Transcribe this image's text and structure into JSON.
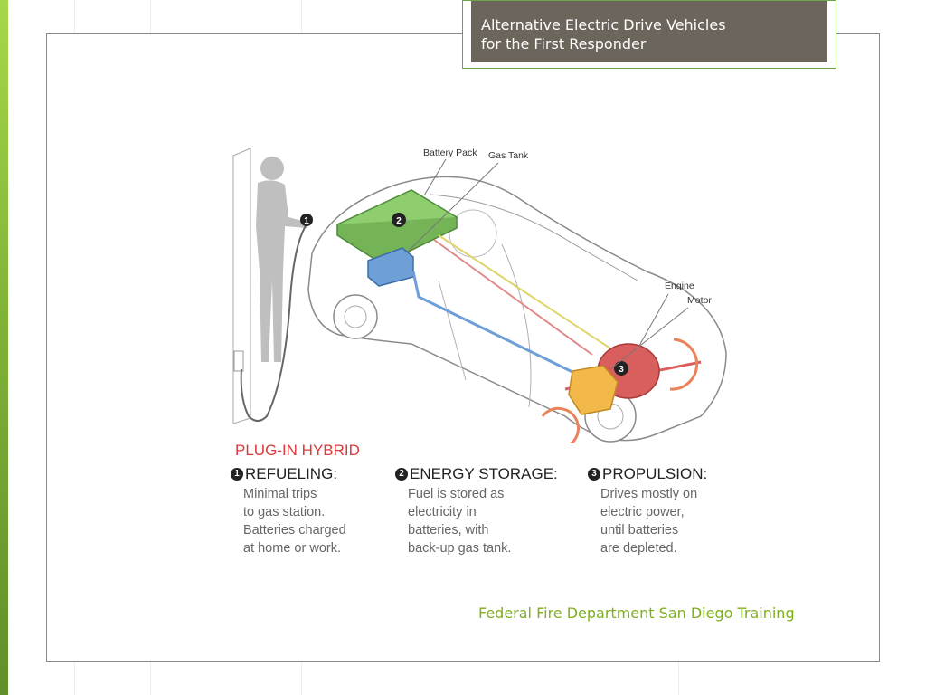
{
  "slide": {
    "title_lines": [
      "Alternative Electric Drive Vehicles",
      "for the First Responder"
    ],
    "footer": "Federal Fire Department San Diego Training"
  },
  "diagram": {
    "labels": {
      "battery_pack": "Battery Pack",
      "gas_tank": "Gas Tank",
      "engine": "Engine",
      "motor": "Motor"
    },
    "heading": "PLUG-IN HYBRID",
    "columns": [
      {
        "num": "1",
        "title": "REFUELING:",
        "lines": [
          "Minimal trips",
          "to gas station.",
          "Batteries charged",
          "at home or work."
        ]
      },
      {
        "num": "2",
        "title": "ENERGY STORAGE:",
        "lines": [
          "Fuel is stored as",
          "electricity in",
          "batteries, with",
          "back-up gas tank."
        ]
      },
      {
        "num": "3",
        "title": "PROPULSION:",
        "lines": [
          "Drives mostly on",
          "electric power,",
          "until batteries",
          "are depleted."
        ]
      }
    ]
  },
  "colors": {
    "accent_green": "#7fae1f",
    "title_bg": "#6b655b",
    "heading_red": "#d93a3a",
    "battery_green": "#8fce6e",
    "tank_blue": "#6e9fd6",
    "engine_red": "#d95e5e",
    "motor_orange": "#f2b94a"
  }
}
